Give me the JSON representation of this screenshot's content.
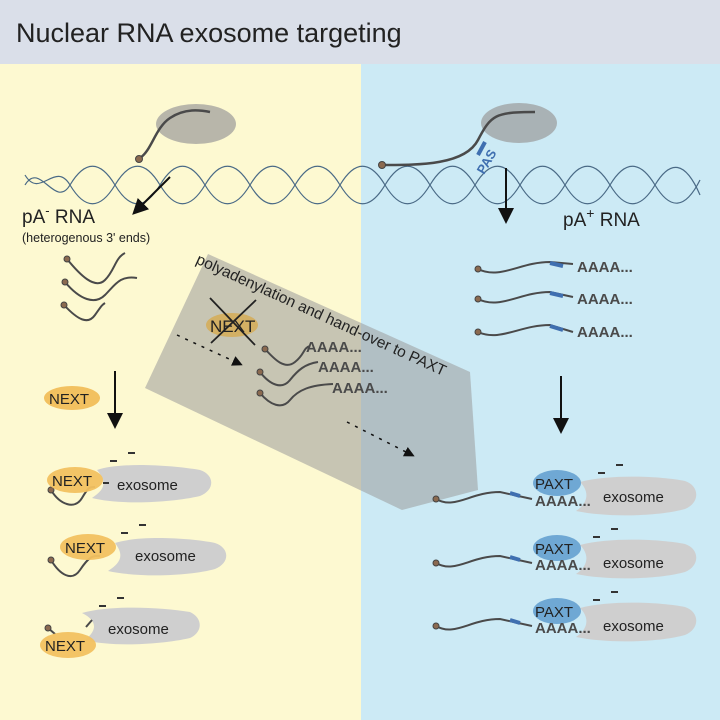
{
  "title": "Nuclear RNA exosome targeting",
  "colors": {
    "header_bg": "#dadfe9",
    "left_bg": "#fdf9d1",
    "right_bg": "#cceaf5",
    "polymerase": "#9a9a9a",
    "dna": "#4a6a86",
    "rna": "#4a4a4a",
    "cap": "#8b6a50",
    "pas": "#3f6fb0",
    "next": "#f2c160",
    "paxt": "#6fa8d4",
    "exosome": "#cfcfcf",
    "handover_band": "#b8b8b8"
  },
  "left": {
    "heading": "pA",
    "heading_sup": "-",
    "heading_rest": " RNA",
    "subheading": "(heterogenous 3' ends)",
    "next_label": "NEXT",
    "complexes": [
      {
        "factor": "NEXT",
        "target": "exosome"
      },
      {
        "factor": "NEXT",
        "target": "exosome"
      },
      {
        "factor": "NEXT",
        "target": "exosome"
      }
    ]
  },
  "right": {
    "pas_label": "PAS",
    "heading": "pA",
    "heading_sup": "+",
    "heading_rest": " RNA",
    "tails": [
      "AAAA...",
      "AAAA...",
      "AAAA..."
    ],
    "complexes": [
      {
        "factor": "PAXT",
        "tail": "AAAA...",
        "target": "exosome"
      },
      {
        "factor": "PAXT",
        "tail": "AAAA...",
        "target": "exosome"
      },
      {
        "factor": "PAXT",
        "tail": "AAAA...",
        "target": "exosome"
      }
    ]
  },
  "handover": {
    "label": "polyadenylation and hand-over to PAXT",
    "crossed_factor": "NEXT",
    "tails": [
      "AAAA...",
      "AAAA...",
      "AAAA..."
    ]
  }
}
